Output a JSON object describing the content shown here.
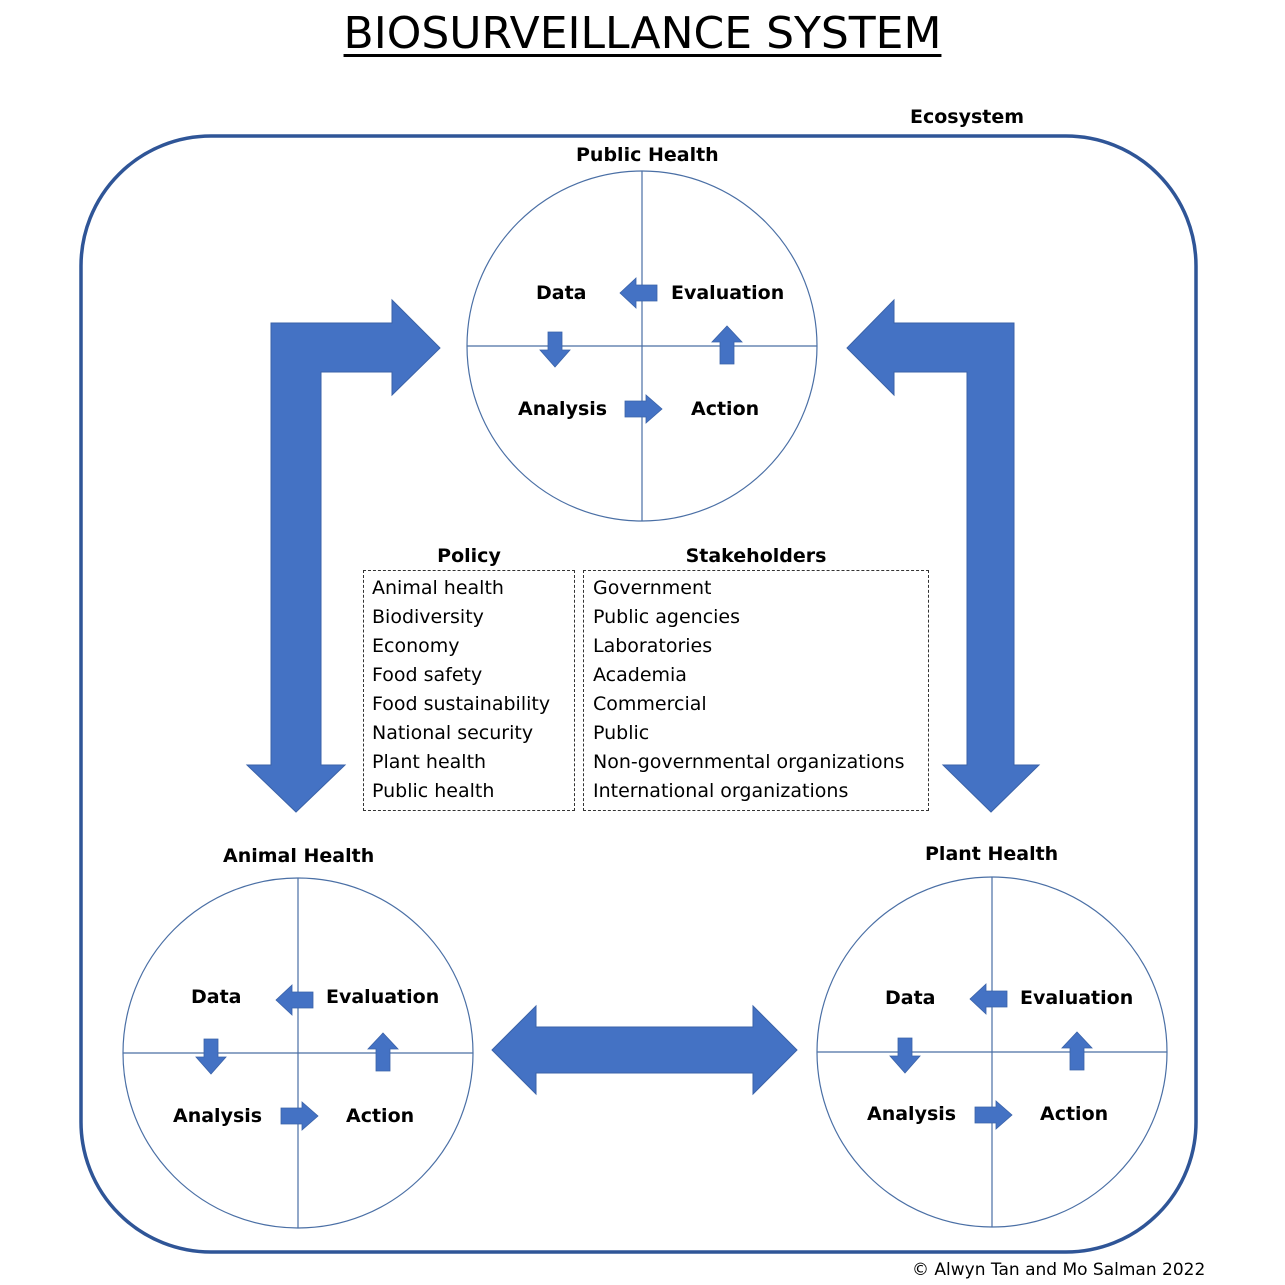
{
  "title": "BIOSURVEILLANCE SYSTEM",
  "ecosystem_label": "Ecosystem",
  "colors": {
    "accent_blue": "#4472C4",
    "frame_blue": "#2F5597",
    "circle_line": "#4A6FA5",
    "text": "#000000"
  },
  "domains": {
    "public_health": {
      "title": "Public Health",
      "quadrants": {
        "top_left": "Data",
        "top_right": "Evaluation",
        "bottom_left": "Analysis",
        "bottom_right": "Action"
      }
    },
    "animal_health": {
      "title": "Animal Health",
      "quadrants": {
        "top_left": "Data",
        "top_right": "Evaluation",
        "bottom_left": "Analysis",
        "bottom_right": "Action"
      }
    },
    "plant_health": {
      "title": "Plant Health",
      "quadrants": {
        "top_left": "Data",
        "top_right": "Evaluation",
        "bottom_left": "Analysis",
        "bottom_right": "Action"
      }
    }
  },
  "policy": {
    "heading": "Policy",
    "items": [
      "Animal health",
      "Biodiversity",
      "Economy",
      "Food safety",
      "Food sustainability",
      "National security",
      "Plant health",
      "Public health"
    ]
  },
  "stakeholders": {
    "heading": "Stakeholders",
    "items": [
      "Government",
      "Public agencies",
      "Laboratories",
      "Academia",
      "Commercial",
      "Public",
      "Non-governmental organizations",
      "International organizations"
    ]
  },
  "copyright": "© Alwyn Tan and Mo Salman 2022"
}
